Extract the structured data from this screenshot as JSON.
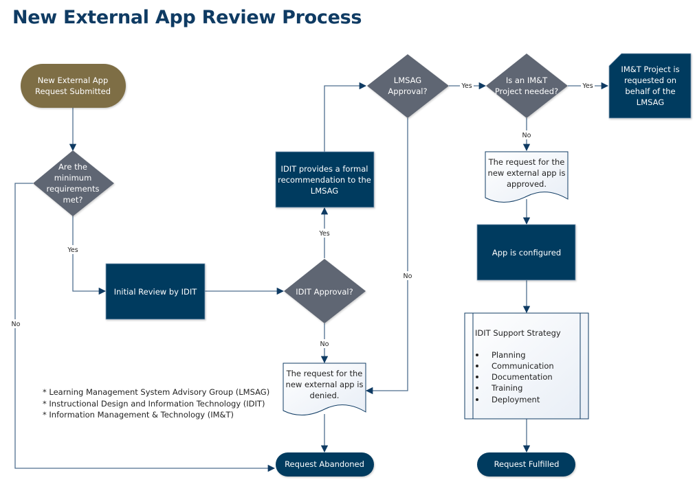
{
  "title": "New External App Review Process",
  "colors": {
    "title": "#0f3b63",
    "process": "#023a5e",
    "decision": "#5f6673",
    "start": "#7e6e45",
    "connector": "#4e6e8e",
    "document_fill": "#f4f7fb"
  },
  "nodes": {
    "start": "New External App Request Submitted",
    "min_req": [
      "Are the",
      "minimum",
      "requirements",
      "met?"
    ],
    "initial_review": "Initial Review by IDIT",
    "idit_approval": "IDIT Approval?",
    "idit_recommend": [
      "IDIT provides a formal",
      "recommendation to the",
      "LMSAG"
    ],
    "lmsag_approval": [
      "LMSAG",
      "Approval?"
    ],
    "imt_needed": [
      "Is an IM&T",
      "Project needed?"
    ],
    "imt_project": [
      "IM&T Project is",
      "requested on",
      "behalf of the",
      "LMSAG"
    ],
    "approved_doc": [
      "The request for the",
      "new external app is",
      "approved."
    ],
    "denied_doc": [
      "The request for the",
      "new external app is",
      "denied."
    ],
    "app_configured": "App is configured",
    "support_strategy": {
      "title": "IDIT Support Strategy",
      "items": [
        "Planning",
        "Communication",
        "Documentation",
        "Training",
        "Deployment"
      ]
    },
    "request_abandoned": "Request Abandoned",
    "request_fulfilled": "Request Fulfilled"
  },
  "edge_labels": {
    "yes": "Yes",
    "no": "No"
  },
  "notes": [
    "* Learning Management System Advisory Group (LMSAG)",
    "* Instructional Design and Information Technology (IDIT)",
    "* Information Management & Technology (IM&T)"
  ]
}
